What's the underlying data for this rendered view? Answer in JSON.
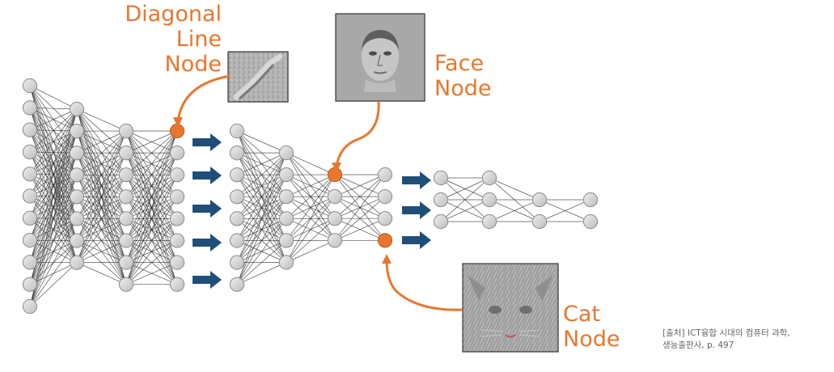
{
  "labels": {
    "diagonal": "Diagonal\nLine\nNode",
    "face": "Face\nNode",
    "cat": "Cat\nNode"
  },
  "source_note": "[출처] ICT융합 시대의 컴퓨터 과학,\n생능출판사, p. 497",
  "colors": {
    "accent": "#e8772e",
    "arrow": "#1f4e79",
    "node_fill": "#d2d2d2",
    "edge": "#2b2b2b"
  },
  "icons": [
    "diagonal-line-feature-image",
    "face-feature-image",
    "cat-feature-image",
    "right-arrow-icon"
  ],
  "network_nodes_per_layer": {
    "net1": [
      11,
      8,
      8,
      8
    ],
    "net2": [
      8,
      6,
      4,
      4
    ],
    "net3": [
      3,
      3,
      2,
      2
    ]
  }
}
